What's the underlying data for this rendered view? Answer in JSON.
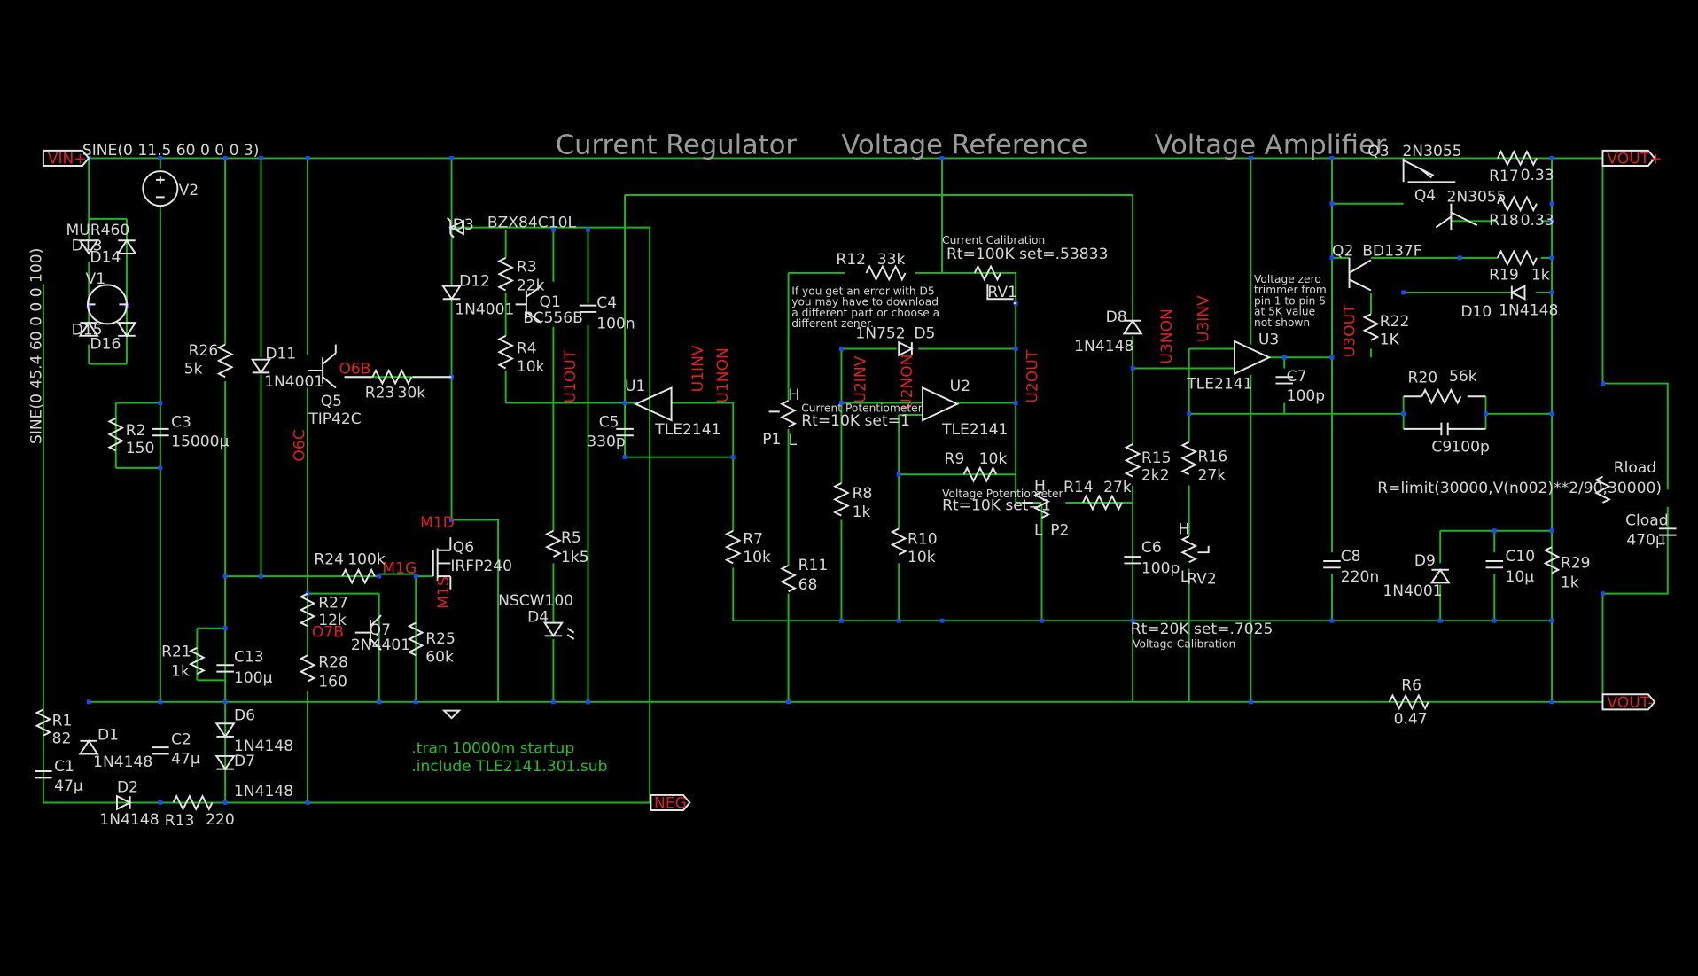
{
  "titles": {
    "current_regulator": "Current Regulator",
    "voltage_reference": "Voltage Reference",
    "voltage_amplifier": "Voltage Amplifier"
  },
  "nets": {
    "vin_plus": "VIN+",
    "neg": "NEG",
    "vout_plus": "VOUT+",
    "vout_minus": "VOUT-",
    "o6b": "O6B",
    "o6c": "O6C",
    "o7b": "O7B",
    "m1d": "M1D",
    "m1g": "M1G",
    "m1s": "M1S",
    "u1out": "U1OUT",
    "u1inv": "U1INV",
    "u1non": "U1NON",
    "u2inv": "U2INV",
    "u2non": "U2NON",
    "u2out": "U2OUT",
    "u3non": "U3NON",
    "u3inv": "U3INV",
    "u3out": "U3OUT"
  },
  "sources": {
    "v2_value": "SINE(0 11.5 60 0 0 0 3)",
    "v2_name": "V2",
    "v1_value": "SINE(0 45.4 60 0 0 0 100)",
    "v1_name": "V1"
  },
  "parts": {
    "d13_model": "MUR460",
    "d13": "D13",
    "d14": "D14",
    "d15": "D15",
    "d16": "D16",
    "r2": "R2",
    "r2_val": "150",
    "c3": "C3",
    "c3_val": "15000µ",
    "r26": "R26",
    "r26_val": "5k",
    "d11": "D11",
    "d11_val": "1N4001",
    "q5_name": "Q5",
    "q5_model": "TIP42C",
    "r23": "R23",
    "r23_val": "30k",
    "d3": "D3",
    "d3_model": "BZX84C10L",
    "d12": "D12",
    "d12_val": "1N4001",
    "r3": "R3",
    "r3_val": "22k",
    "q1": "Q1",
    "q1_model": "BC556B",
    "r4": "R4",
    "r4_val": "10k",
    "c4": "C4",
    "c4_val": "100n",
    "c5": "C5",
    "c5_val": "330p",
    "u1": "U1",
    "u1_model": "TLE2141",
    "r5": "R5",
    "r5_val": "1k5",
    "d4_model": "NSCW100",
    "d4": "D4",
    "m1_name": "Q6",
    "m1_model": "IRFP240",
    "r24": "R24",
    "r24_val": "100k",
    "r27": "R27",
    "r27_val": "12k",
    "q7": "Q7",
    "q7_model": "2N4401",
    "r25": "R25",
    "r25_val": "60k",
    "r28": "R28",
    "r28_val": "160",
    "r21": "R21",
    "r21_val": "1k",
    "c13": "C13",
    "c13_val": "100µ",
    "r1": "R1",
    "r1_val": "82",
    "c1": "C1",
    "c1_val": "47µ",
    "d1": "D1",
    "d1_val": "1N4148",
    "d2": "D2",
    "d2_val": "1N4148",
    "c2": "C2",
    "c2_val": "47µ",
    "r13": "R13",
    "r13_val": "220",
    "d6": "D6",
    "d6_val": "1N4148",
    "d7": "D7",
    "d7_val": "1N4148",
    "r12": "R12",
    "r12_val": "33k",
    "cur_cal": "Current Calibration",
    "rv1_set": "Rt=100K set=.53833",
    "rv1": "RV1",
    "d5_model": "1N752",
    "d5": "D5",
    "p1": "P1",
    "p1_set": "Rt=10K set=1",
    "p1_title": "Current Potentiometer",
    "r8": "R8",
    "r8_val": "1k",
    "r7": "R7",
    "r7_val": "10k",
    "r11": "R11",
    "r11_val": "68",
    "u2": "U2",
    "u2_model": "TLE2141",
    "r9": "R9",
    "r9_val": "10k",
    "r10": "R10",
    "r10_val": "10k",
    "p2": "P2",
    "p2_set": "Rt=10K set=1",
    "p2_title": "Voltage Potentiometer",
    "r14": "R14",
    "r14_val": "27k",
    "d8": "D8",
    "d8_val": "1N4148",
    "r15": "R15",
    "r15_val": "2k2",
    "c6": "C6",
    "c6_val": "100p",
    "u3": "U3",
    "u3_model": "TLE2141",
    "c7": "C7",
    "c7_val": "100p",
    "r16": "R16",
    "r16_val": "27k",
    "rv2": "RV2",
    "rv2_set": "Rt=20K set=.7025",
    "volt_cal": "Voltage Calibration",
    "q3": "Q3",
    "q3_model": "2N3055",
    "q4": "Q4",
    "q4_model": "2N3055",
    "q2": "Q2",
    "q2_model": "BD137F",
    "r17": "R17",
    "r17_val": "0.33",
    "r18": "R18",
    "r18_val": "0.33",
    "r19": "R19",
    "r19_val": "1k",
    "d10": "D10",
    "d10_val": "1N4148",
    "r22": "R22",
    "r22_val": "1K",
    "r20": "R20",
    "r20_val": "56k",
    "c9": "C9",
    "c9_val": "100p",
    "c8": "C8",
    "c8_val": "220n",
    "d9": "D9",
    "d9_val": "1N4001",
    "c10": "C10",
    "c10_val": "10µ",
    "r29": "R29",
    "r29_val": "1k",
    "rload": "Rload",
    "rload_expr": "R=limit(30000,V(n002)**2/90,30000)",
    "cload": "Cload",
    "cload_val": "470µ",
    "r6": "R6",
    "r6_val": "0.47"
  },
  "notes": {
    "d5_note": [
      "If you get an error with D5",
      "you may have to download",
      "a different part or choose a",
      "different zener."
    ],
    "zero_trim": [
      "Voltage zero",
      "trimmer from",
      "pin 1 to pin 5",
      "at 5K value",
      "not shown"
    ]
  },
  "spice": {
    "tran": ".tran 10000m startup",
    "include": ".include TLE2141.301.sub"
  }
}
